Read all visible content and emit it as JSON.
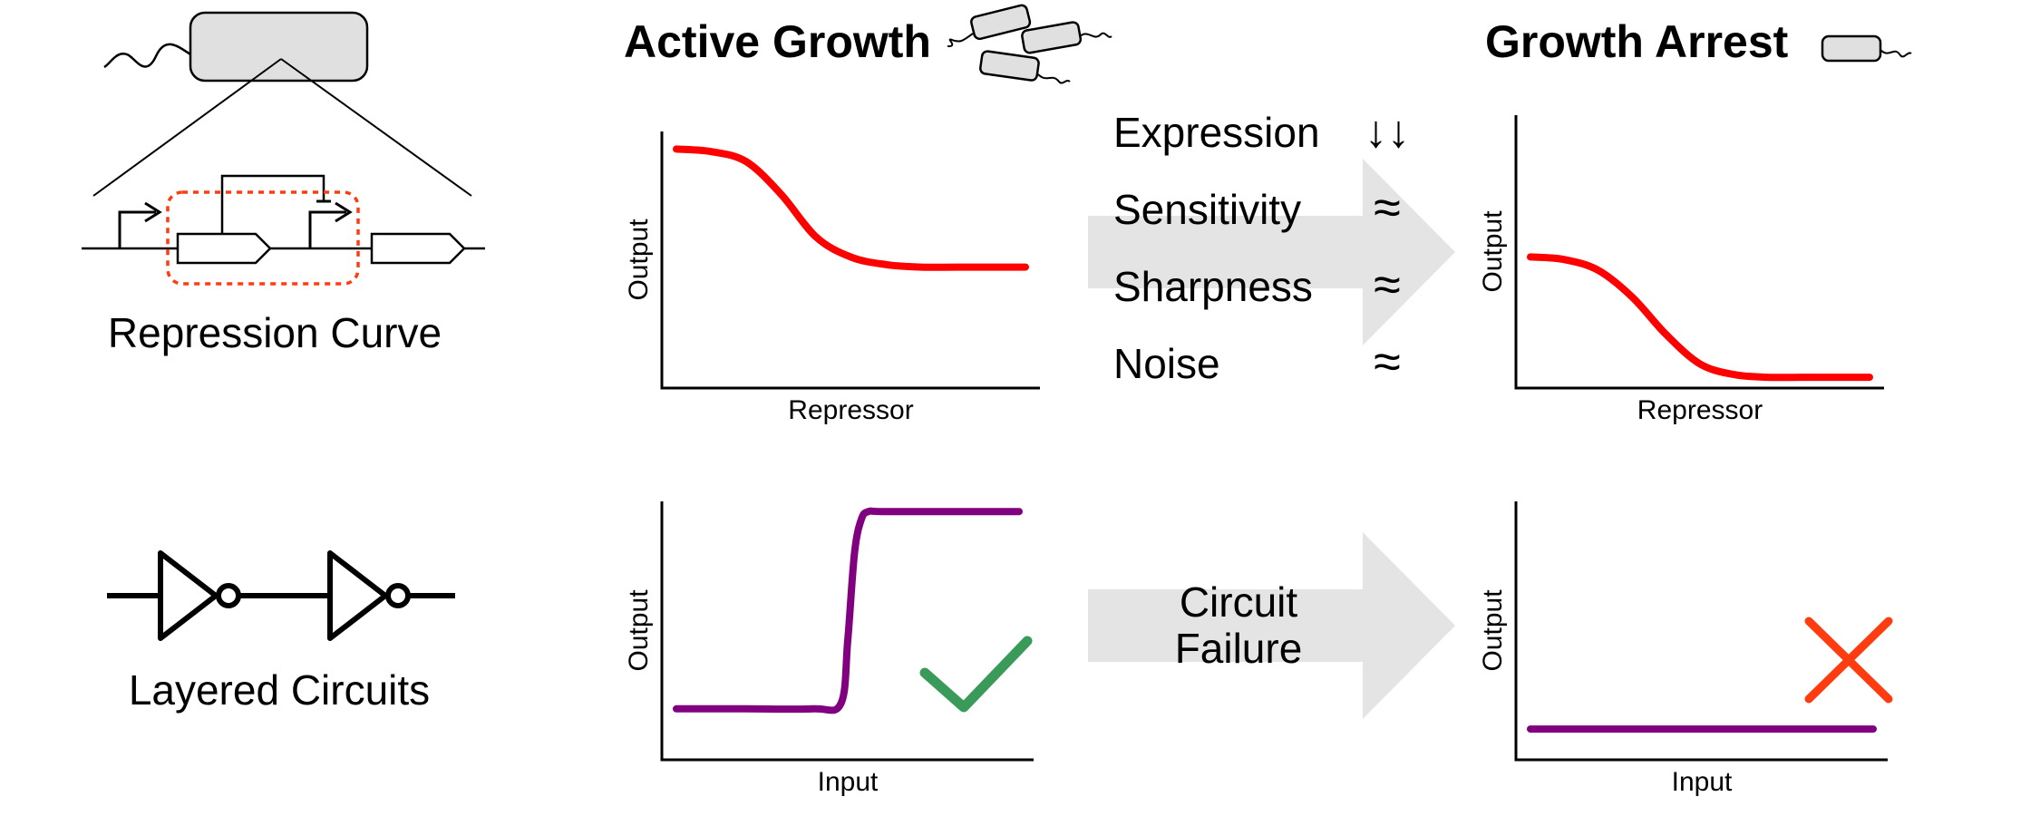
{
  "left_panel": {
    "repression_label": "Repression Curve",
    "layered_label": "Layered Circuits"
  },
  "conditions": {
    "active": "Active Growth",
    "arrest": "Growth Arrest"
  },
  "metrics": {
    "items": [
      {
        "label": "Expression",
        "symbol": "↓↓"
      },
      {
        "label": "Sensitivity",
        "symbol": "≈"
      },
      {
        "label": "Sharpness",
        "symbol": "≈"
      },
      {
        "label": "Noise",
        "symbol": "≈"
      }
    ]
  },
  "circuit_failure": {
    "line1": "Circuit",
    "line2": "Failure"
  },
  "colors": {
    "repression_curve": "#ff0000",
    "circuit_curve": "#800080",
    "check": "#3a9a5a",
    "cross": "#ff3b10",
    "dashed_box": "#ff3b10",
    "arrow_fill": "#e4e4e4",
    "cell_fill": "#e0e0e0"
  },
  "chart_data": [
    {
      "id": "active-repression",
      "type": "line",
      "xlabel": "Repressor",
      "ylabel": "Output",
      "series": [
        {
          "x": [
            0,
            0.1,
            0.2,
            0.3,
            0.4,
            0.5,
            0.6,
            0.7,
            0.8,
            0.9,
            1.0
          ],
          "values": [
            0.93,
            0.92,
            0.88,
            0.75,
            0.58,
            0.5,
            0.47,
            0.46,
            0.46,
            0.46,
            0.46
          ]
        }
      ]
    },
    {
      "id": "arrest-repression",
      "type": "line",
      "xlabel": "Repressor",
      "ylabel": "Output",
      "series": [
        {
          "x": [
            0,
            0.1,
            0.2,
            0.3,
            0.4,
            0.5,
            0.6,
            0.7,
            0.8,
            0.9,
            1.0
          ],
          "values": [
            0.47,
            0.46,
            0.42,
            0.32,
            0.18,
            0.07,
            0.03,
            0.02,
            0.02,
            0.02,
            0.02
          ]
        }
      ]
    },
    {
      "id": "active-circuit",
      "type": "line",
      "xlabel": "Input",
      "ylabel": "Output",
      "series": [
        {
          "x": [
            0,
            0.2,
            0.4,
            0.48,
            0.5,
            0.52,
            0.54,
            0.56,
            0.6,
            0.8,
            1.0
          ],
          "values": [
            0.18,
            0.18,
            0.18,
            0.2,
            0.45,
            0.8,
            0.93,
            0.96,
            0.96,
            0.96,
            0.96
          ]
        }
      ]
    },
    {
      "id": "arrest-circuit",
      "type": "line",
      "xlabel": "Input",
      "ylabel": "Output",
      "series": [
        {
          "x": [
            0,
            0.25,
            0.5,
            0.75,
            1.0
          ],
          "values": [
            0.1,
            0.1,
            0.1,
            0.1,
            0.1
          ]
        }
      ]
    }
  ]
}
